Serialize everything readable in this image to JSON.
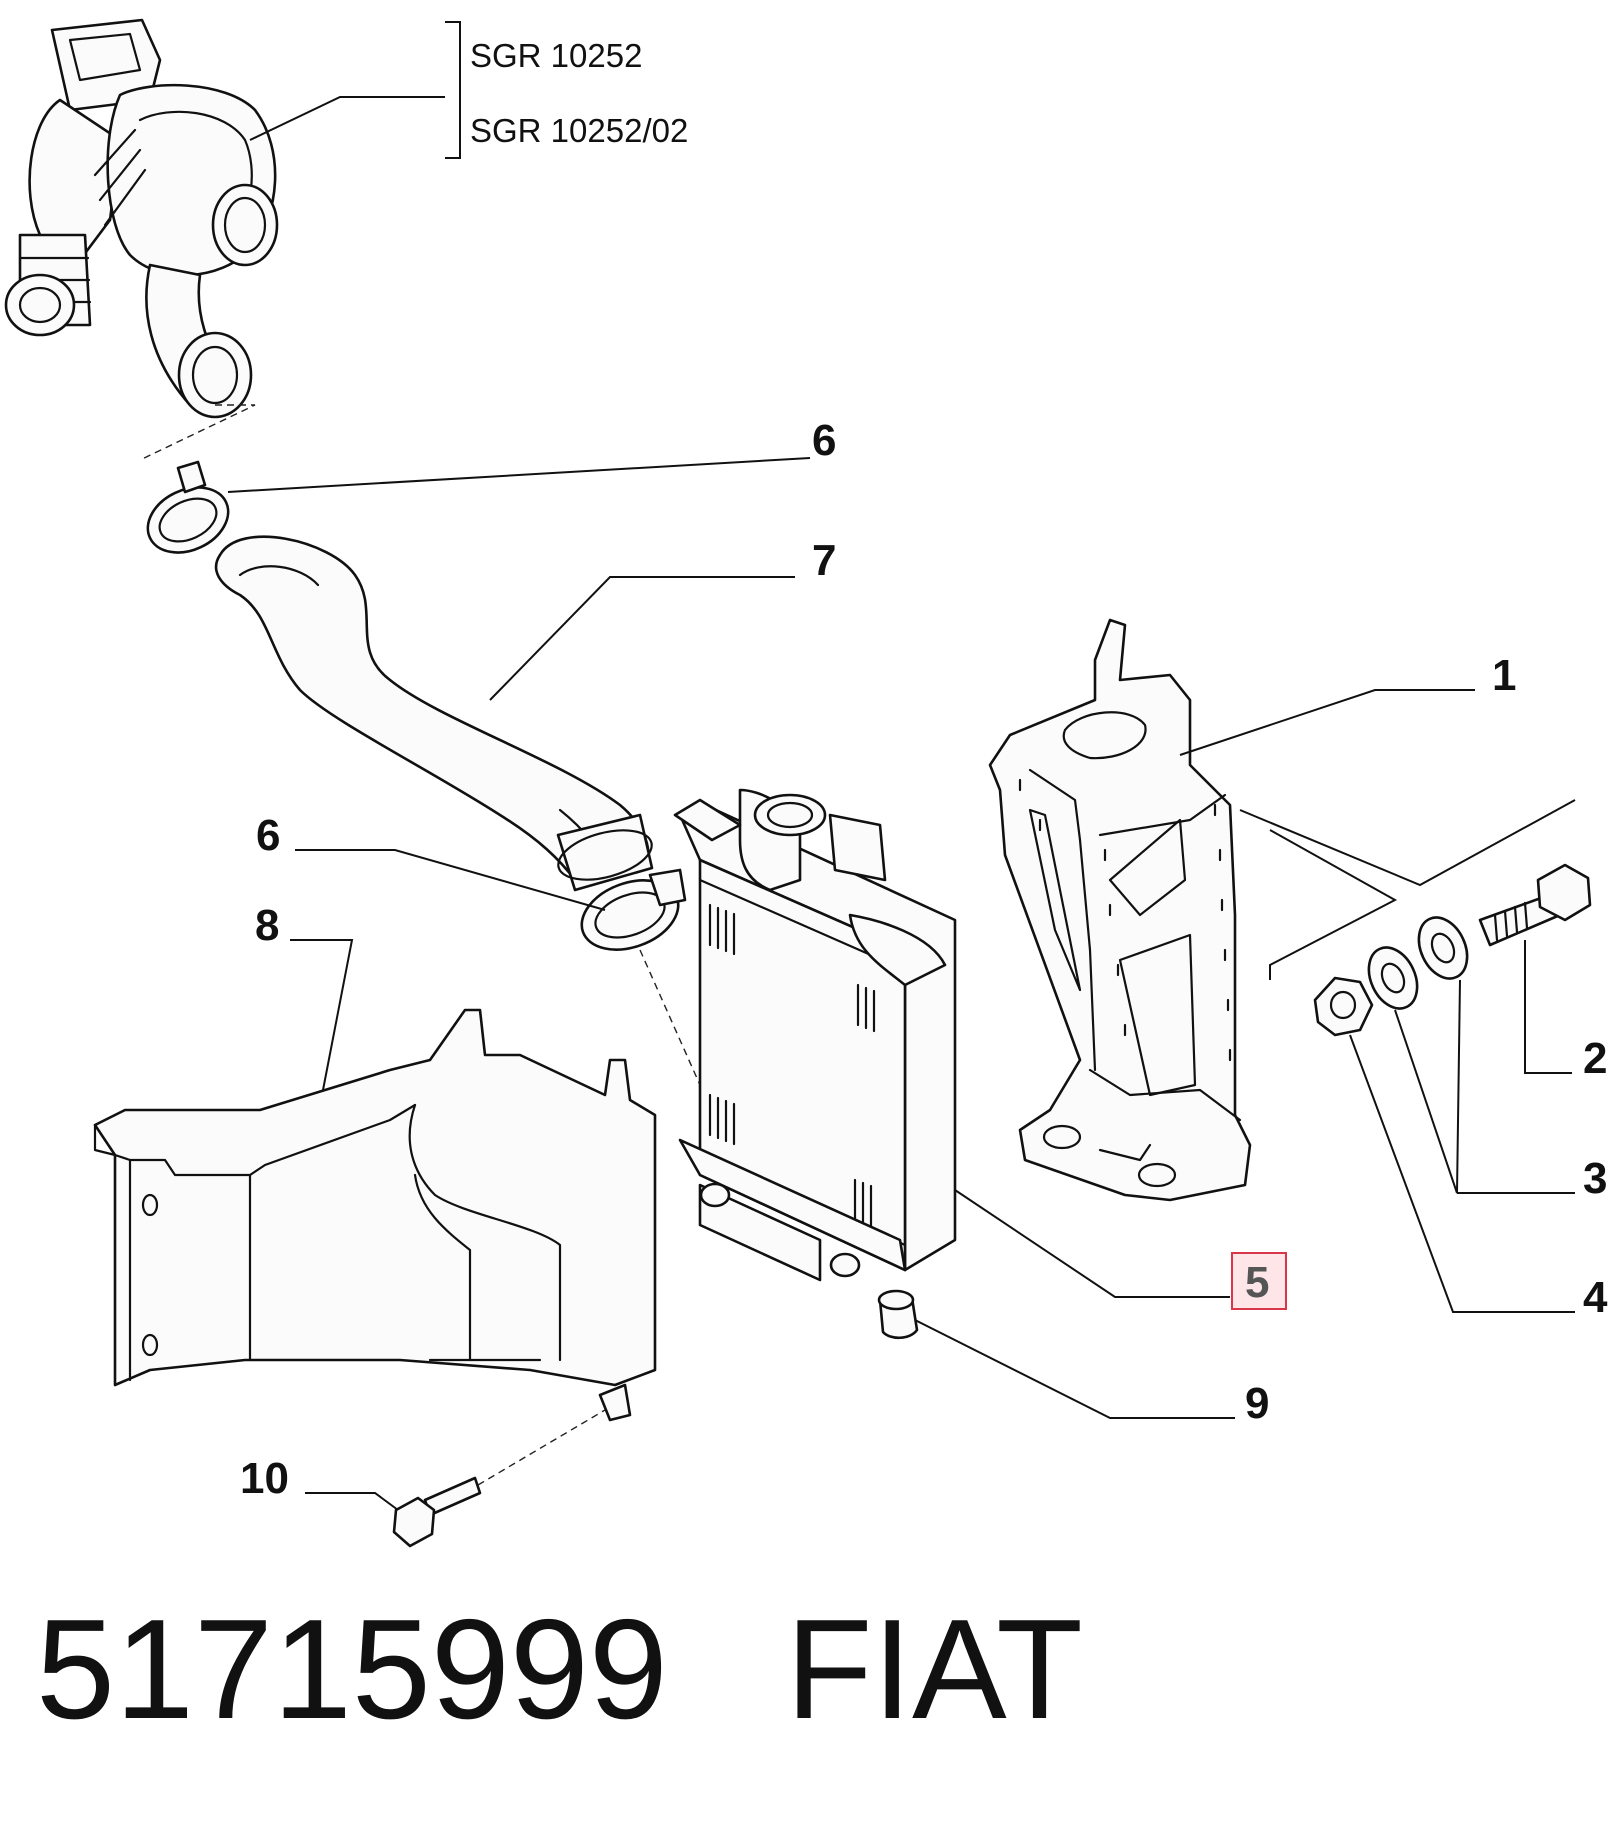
{
  "supersession_refs": [
    "SGR 10252",
    "SGR 10252/02"
  ],
  "callouts": {
    "bracket": "1",
    "bolt": "2",
    "washers": "3",
    "nut": "4",
    "intercooler": "5",
    "clamp_upper": "6",
    "clamp_lower": "6",
    "hose": "7",
    "air_duct": "8",
    "cap": "9",
    "duct_bolt": "10"
  },
  "highlighted_callout": "intercooler",
  "footer": {
    "part_number": "51715999",
    "brand": "FIAT"
  },
  "colors": {
    "highlight_fill": "#fde5e8",
    "highlight_border": "#d9364a",
    "line": "#111111"
  }
}
